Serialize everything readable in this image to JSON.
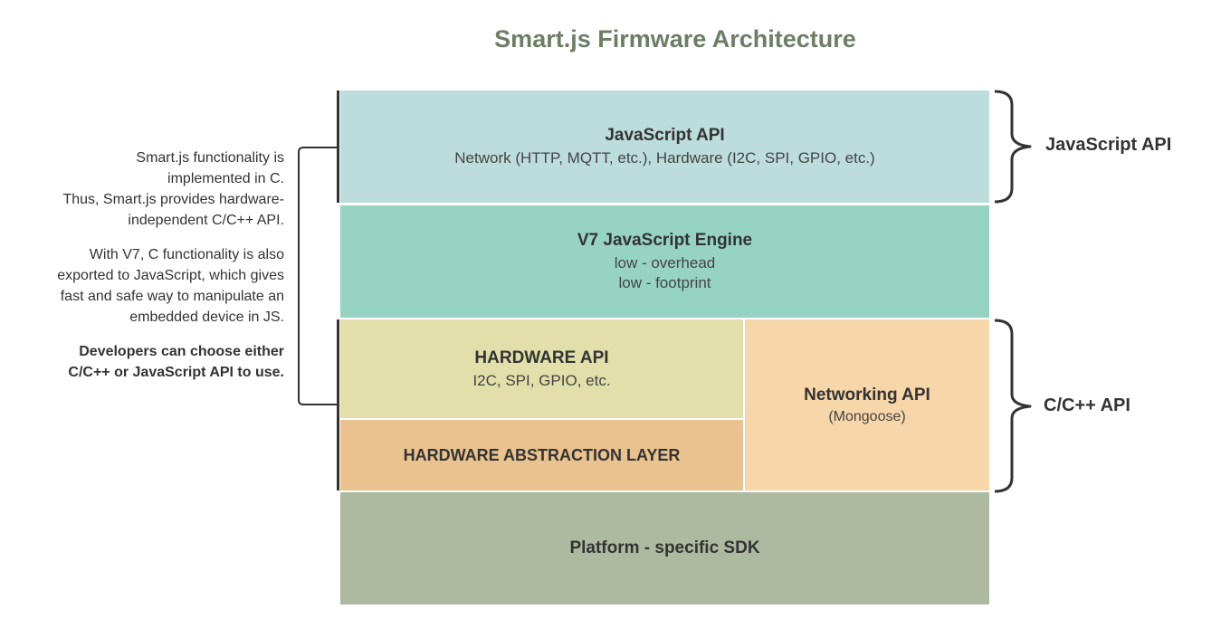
{
  "title": "Smart.js Firmware Architecture",
  "layers": {
    "javascript_api": {
      "title": "JavaScript API",
      "subtitle": "Network (HTTP, MQTT, etc.), Hardware (I2C, SPI, GPIO, etc.)"
    },
    "v7_engine": {
      "title": "V7 JavaScript Engine",
      "lines": [
        "low - overhead",
        "low - footprint"
      ]
    },
    "hardware_api": {
      "title": "HARDWARE API",
      "subtitle": "I2C, SPI, GPIO, etc."
    },
    "hal": {
      "title": "HARDWARE ABSTRACTION LAYER"
    },
    "networking_api": {
      "title": "Networking API",
      "subtitle": "(Mongoose)"
    },
    "sdk": {
      "title": "Platform - specific SDK"
    }
  },
  "side_notes": {
    "paragraph1": [
      "Smart.js functionality is",
      "implemented in C.",
      "Thus, Smart.js provides hardware-",
      "independent C/C++ API."
    ],
    "paragraph2": [
      "With V7, C functionality is also",
      "exported to JavaScript, which gives",
      "fast and safe way to manipulate an",
      "embedded device in JS."
    ],
    "paragraph3": [
      "Developers can choose either",
      "C/C++ or JavaScript API to use."
    ]
  },
  "right_labels": {
    "javascript_api": "JavaScript API",
    "c_api": "C/C++ API"
  },
  "colors": {
    "title": "#6d7e66",
    "javascript_api": "#bddcdc",
    "v7_engine": "#97d3c3",
    "hardware_api": "#e2dfab",
    "hal": "#e9c28f",
    "networking_api": "#f7d6aa",
    "sdk": "#adbaa0",
    "bracket": "#333333"
  }
}
